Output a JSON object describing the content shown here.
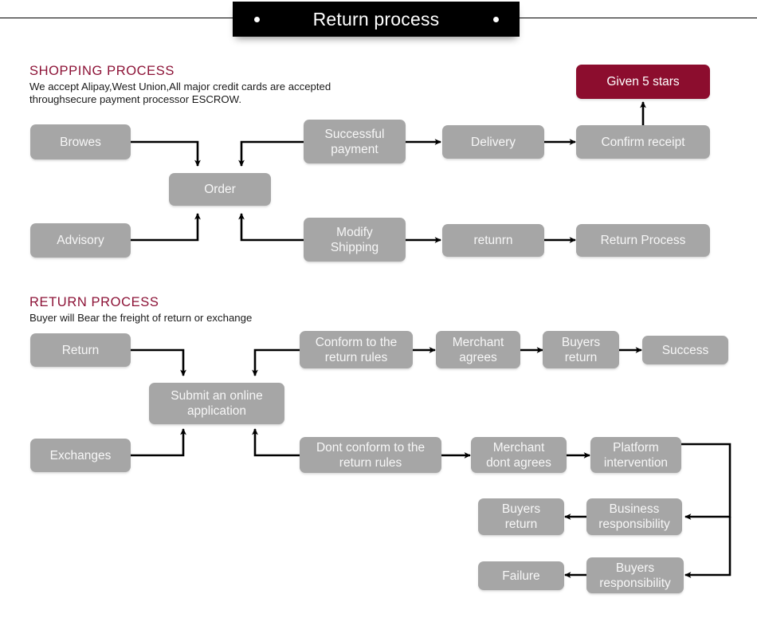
{
  "banner": {
    "title": "Return process",
    "dot_left": "bullet-dot",
    "dot_right": "bullet-dot"
  },
  "sections": [
    {
      "id": "shopping",
      "heading": "SHOPPING PROCESS",
      "subtext": "We accept Alipay,West Union,All major credit cards are accepted\nthroughsecure payment processor ESCROW."
    },
    {
      "id": "return",
      "heading": "RETURN PROCESS",
      "subtext": "Buyer will Bear the freight of return or exchange"
    }
  ],
  "colors": {
    "box_gray": "#a6a6a6",
    "box_accent": "#8c0d2e",
    "heading": "#8c1236",
    "banner_bg": "#000000",
    "box_text": "#f7f7f7",
    "arrow": "#000000"
  },
  "nodes": {
    "browes": {
      "label": "Browes"
    },
    "order": {
      "label": "Order"
    },
    "successful_payment": {
      "label": "Successful\npayment"
    },
    "delivery": {
      "label": "Delivery"
    },
    "confirm_receipt": {
      "label": "Confirm receipt"
    },
    "given_5_stars": {
      "label": "Given 5 stars"
    },
    "advisory": {
      "label": "Advisory"
    },
    "modify_shipping": {
      "label": "Modify\nShipping"
    },
    "retunrn": {
      "label": "retunrn"
    },
    "return_process": {
      "label": "Return Process"
    },
    "return_": {
      "label": "Return"
    },
    "submit_online": {
      "label": "Submit an online\napplication"
    },
    "conform_rules": {
      "label": "Conform to the\nreturn rules"
    },
    "merchant_agrees": {
      "label": "Merchant\nagrees"
    },
    "buyers_return_1": {
      "label": "Buyers\nreturn"
    },
    "success": {
      "label": "Success"
    },
    "exchanges": {
      "label": "Exchanges"
    },
    "dont_conform": {
      "label": "Dont conform to the\nreturn rules"
    },
    "merchant_dont": {
      "label": "Merchant\ndont agrees"
    },
    "platform": {
      "label": "Platform\nintervention"
    },
    "business_resp": {
      "label": "Business\nresponsibility"
    },
    "buyers_return_2": {
      "label": "Buyers\nreturn"
    },
    "buyers_resp": {
      "label": "Buyers\nresponsibility"
    },
    "failure": {
      "label": "Failure"
    }
  }
}
